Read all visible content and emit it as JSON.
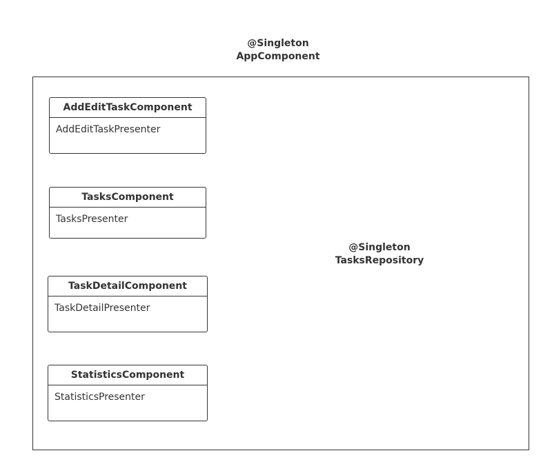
{
  "app_component": {
    "annotation": "@Singleton",
    "name": "AppComponent"
  },
  "components": [
    {
      "name": "AddEditTaskComponent",
      "member": "AddEditTaskPresenter"
    },
    {
      "name": "TasksComponent",
      "member": "TasksPresenter"
    },
    {
      "name": "TaskDetailComponent",
      "member": "TaskDetailPresenter"
    },
    {
      "name": "StatisticsComponent",
      "member": "StatisticsPresenter"
    }
  ],
  "repository": {
    "annotation": "@Singleton",
    "name": "TasksRepository"
  },
  "colors": {
    "stroke": "#333333",
    "text": "#333333",
    "background": "#ffffff"
  }
}
